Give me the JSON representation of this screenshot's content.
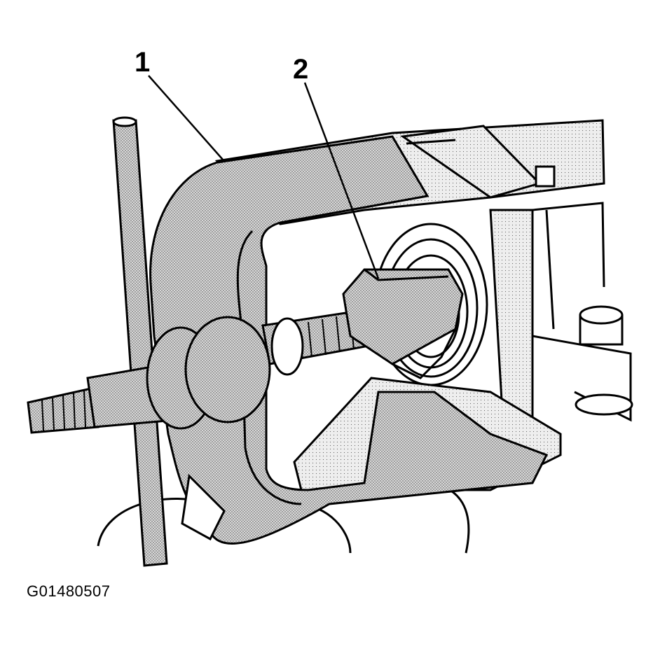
{
  "figure": {
    "id": "G01480507",
    "callouts": [
      {
        "number": "1"
      },
      {
        "number": "2"
      }
    ]
  },
  "colors": {
    "line": "#000000",
    "shade": "#c8c8c8",
    "background": "#ffffff"
  }
}
